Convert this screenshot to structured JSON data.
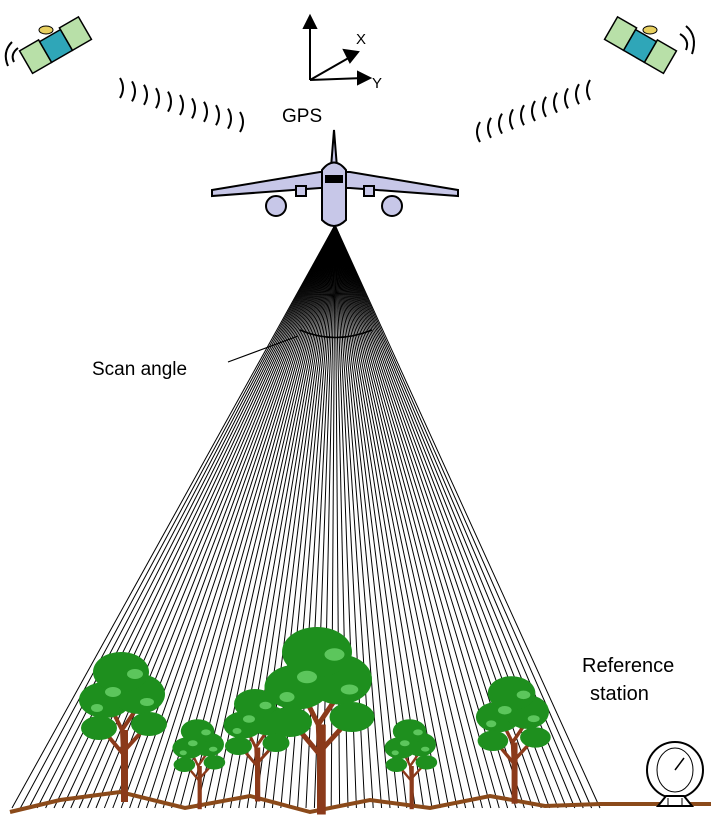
{
  "labels": {
    "axis_x": "X",
    "axis_y": "Y",
    "gps": "GPS",
    "scan_angle": "Scan angle",
    "reference_line1": "Reference",
    "reference_line2": "station"
  },
  "icons": {
    "satellite_left": "satellite-icon",
    "satellite_right": "satellite-icon",
    "airplane": "airplane-icon",
    "dish": "satellite-dish-icon",
    "tree": "tree-icon"
  },
  "colors": {
    "satellite_body": "#2fa6b8",
    "solar_panel": "#b8e0a8",
    "airplane": "#c7c7e8",
    "foliage": "#1e8f1e",
    "foliage_light": "#5cc65c",
    "trunk": "#8b3a1a",
    "ground": "#8b4a1a"
  }
}
